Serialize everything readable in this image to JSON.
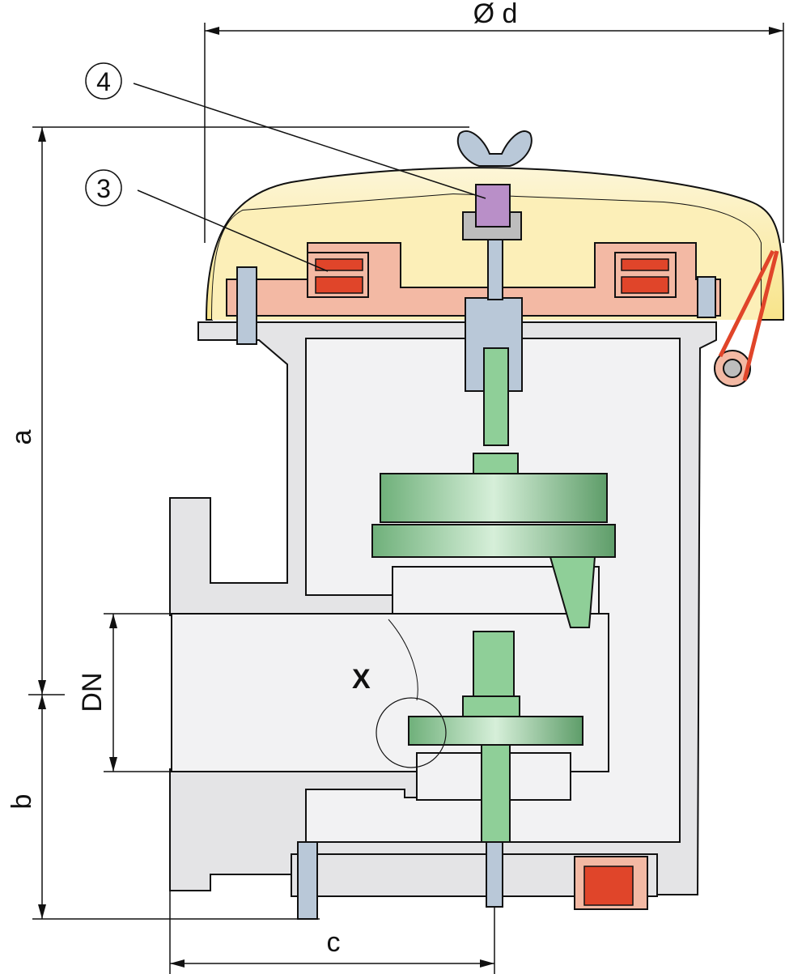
{
  "labels": {
    "diameter": "Ø d",
    "dim_a": "a",
    "dim_b": "b",
    "dim_c": "c",
    "dim_dn": "DN",
    "detail_x": "X",
    "callout_3": "3",
    "callout_4": "4"
  },
  "colors": {
    "cover": "#fbeeb0",
    "body": "#e4e4e6",
    "flange": "#f3b9a4",
    "disc": "#8fcf98",
    "spring": "#e0452a",
    "fastener": "#b9c8d8"
  }
}
